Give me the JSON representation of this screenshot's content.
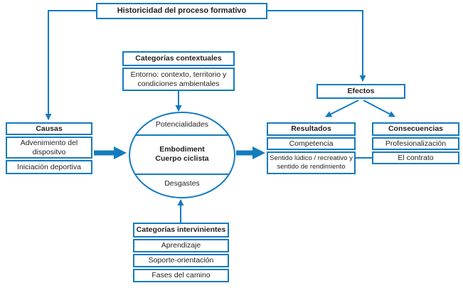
{
  "colors": {
    "accent": "#147BBF",
    "text": "#231F20"
  },
  "diagram": {
    "historicidad": {
      "label": "Historicidad del proceso formativo"
    },
    "categorias_contextuales": {
      "title": "Categorías contextuales",
      "rows": [
        "Entorno: contexto, territorio y condiciones ambientales"
      ]
    },
    "causas": {
      "title": "Causas",
      "rows": [
        "Advenimiento del dispositvo",
        "Iniciación deportiva"
      ]
    },
    "embodiment": {
      "top": "Potencialidades",
      "center_line1": "Embodiment",
      "center_line2": "Cuerpo ciclista",
      "bottom": "Desgastes"
    },
    "efectos": {
      "label": "Efectos"
    },
    "resultados": {
      "title": "Resultados",
      "rows": [
        "Competencia",
        "Sentido lúdico / recreativo y sentido de rendimiento"
      ]
    },
    "consecuencias": {
      "title": "Consecuencias",
      "rows": [
        "Profesionalización",
        "El contrato"
      ]
    },
    "categorias_intervinientes": {
      "title": "Categorías intervinientes",
      "rows": [
        "Aprendizaje",
        "Soporte-orientación",
        "Fases del camino"
      ]
    }
  }
}
